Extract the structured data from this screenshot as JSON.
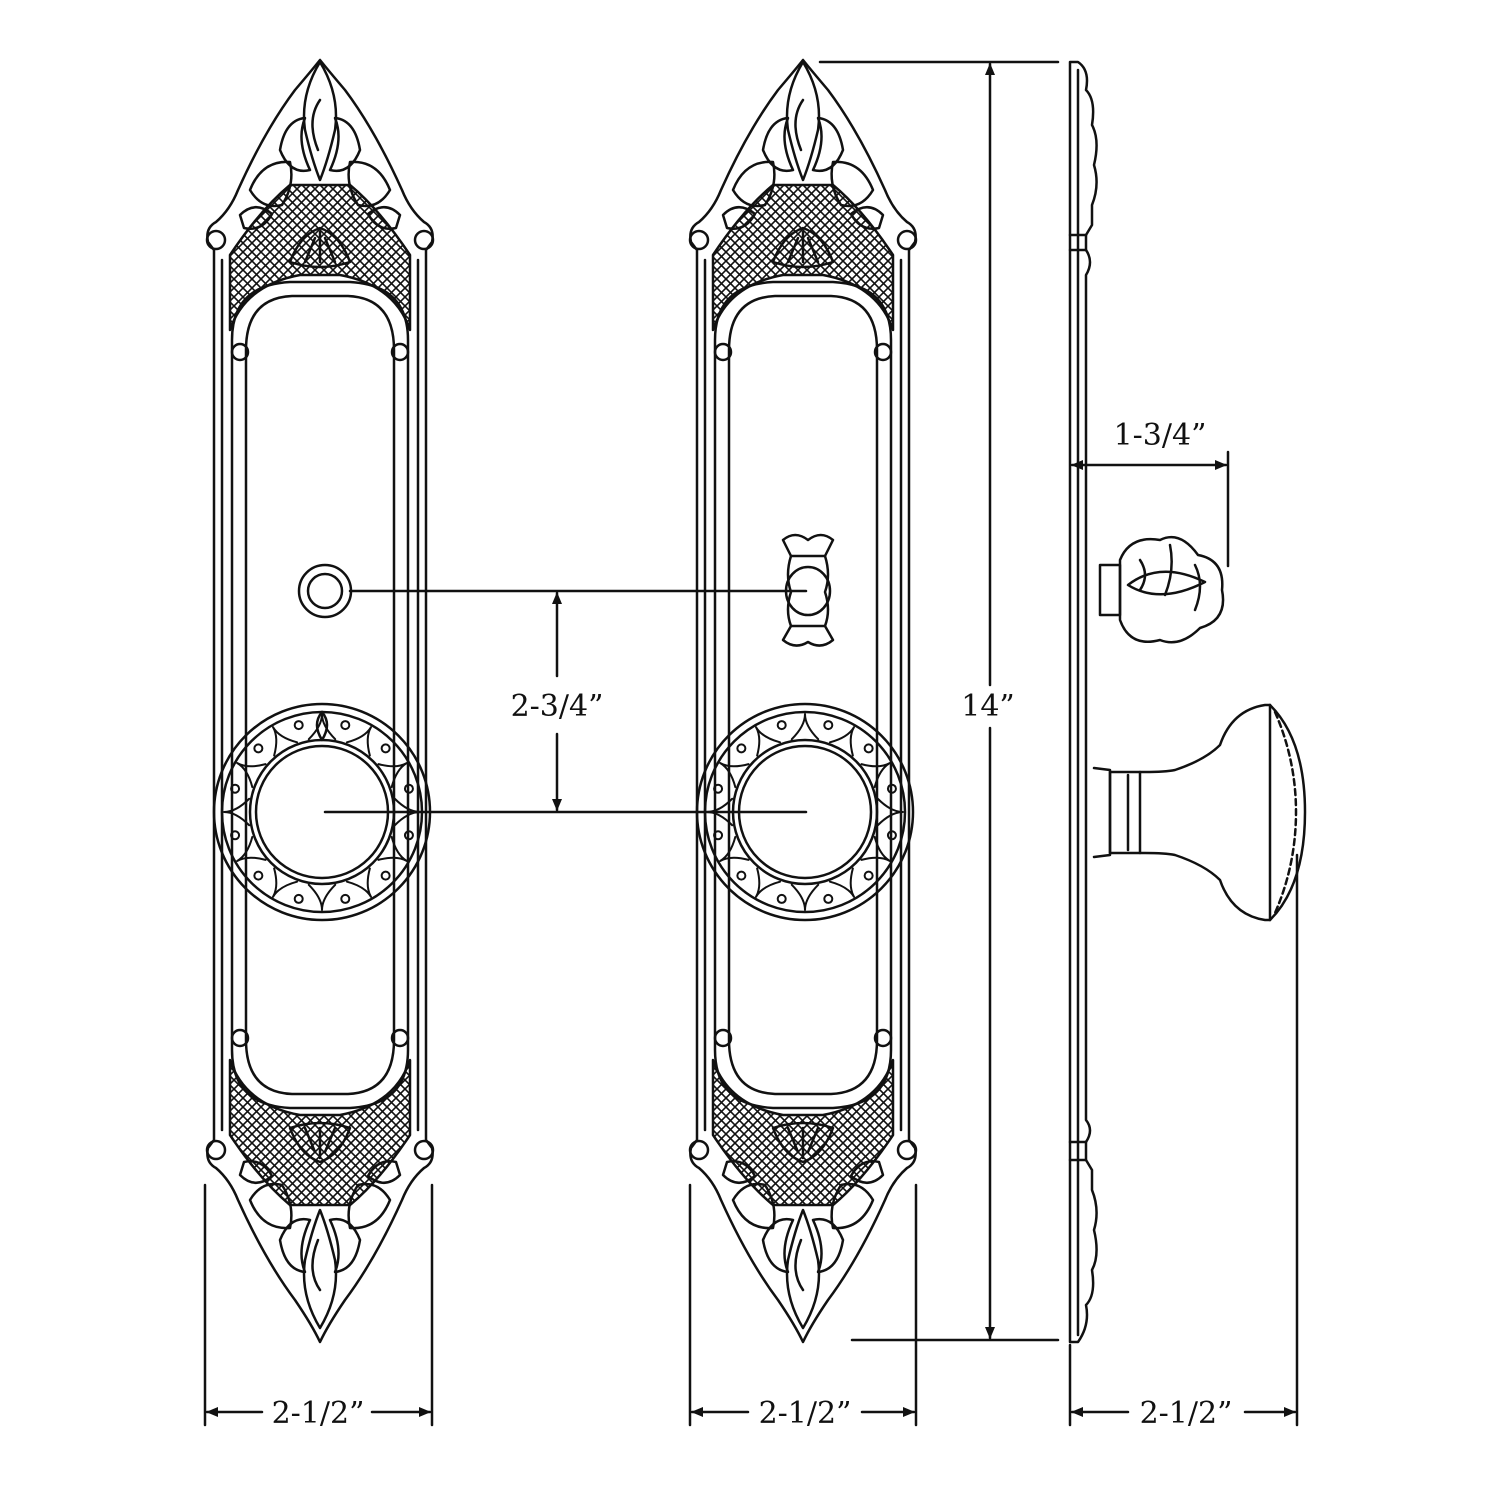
{
  "dimensions": {
    "front_width": "2-1/2”",
    "back_width": "2-1/2”",
    "side_projection": "2-1/2”",
    "knob_to_keyhole": "2-3/4”",
    "plate_height": "14”",
    "thumbturn_projection": "1-3/4”"
  }
}
